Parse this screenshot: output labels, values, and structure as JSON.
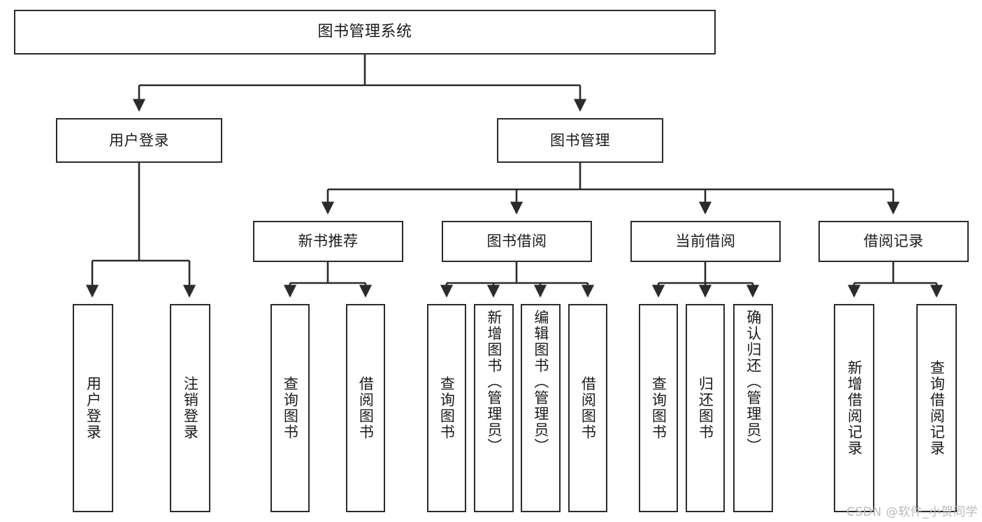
{
  "diagram": {
    "title": "图书管理系统",
    "type": "tree-hierarchy-diagram",
    "watermark": "CSDN @软件_小贺同学",
    "colors": {
      "box_border": "#2b2b2b",
      "box_fill": "#ffffff",
      "connector": "#2b2b2b",
      "text": "#1b1b1b",
      "watermark": "#b9b9b9"
    }
  },
  "nodes": {
    "root": {
      "label": "图书管理系统"
    },
    "level2": [
      {
        "label": "用户登录"
      },
      {
        "label": "图书管理"
      }
    ],
    "level3": [
      {
        "label": "新书推荐"
      },
      {
        "label": "图书借阅"
      },
      {
        "label": "当前借阅"
      },
      {
        "label": "借阅记录"
      }
    ],
    "leaves": {
      "user_login": [
        {
          "label": "用户登录"
        },
        {
          "label": "注销登录"
        }
      ],
      "new_book_recommend": [
        {
          "label": "查询图书"
        },
        {
          "label": "借阅图书"
        }
      ],
      "book_borrow": [
        {
          "label": "查询图书"
        },
        {
          "label": "新增图书（管理员）"
        },
        {
          "label": "编辑图书（管理员）"
        },
        {
          "label": "借阅图书"
        }
      ],
      "current_borrow": [
        {
          "label": "查询图书"
        },
        {
          "label": "归还图书"
        },
        {
          "label": "确认归还（管理员）"
        }
      ],
      "borrow_record": [
        {
          "label": "新增借阅记录"
        },
        {
          "label": "查询借阅记录"
        }
      ]
    }
  }
}
